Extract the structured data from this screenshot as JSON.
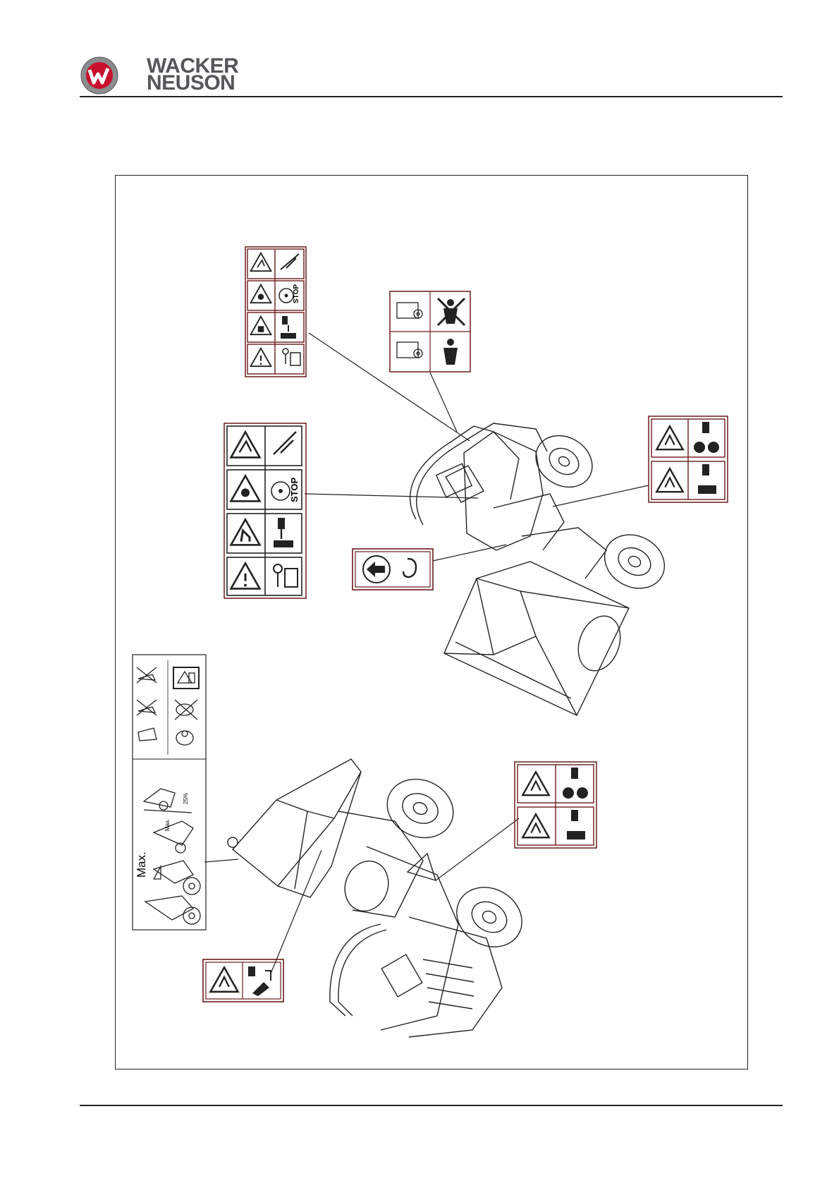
{
  "header": {
    "brand_line1": "WACKER",
    "brand_line2": "NEUSON",
    "logo_letter": "W"
  },
  "labels": {
    "stop_small": "STOP",
    "stop_large": "STOP",
    "max_large": "Max.",
    "max_small": "Max.",
    "slope": "25%"
  },
  "colors": {
    "decal_border": "#6b1a1a",
    "line": "#222222",
    "logo_red": "#c8102e",
    "brand_grey": "#55565a"
  }
}
